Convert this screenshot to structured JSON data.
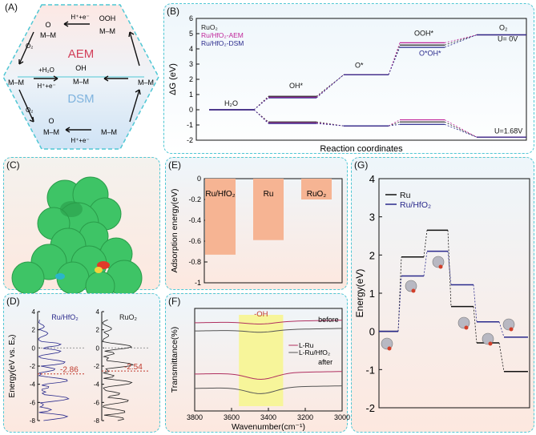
{
  "panel_labels": {
    "a": "(A)",
    "b": "(B)",
    "c": "(C)",
    "d": "(D)",
    "e": "(E)",
    "f": "(F)",
    "g": "(G)"
  },
  "colors": {
    "border": "#4fc7d4",
    "aem": "#d23f5a",
    "dsm": "#7fb3de",
    "bar": "#f6b493",
    "dsm_line": "#2a2a8c",
    "aem_line": "#c0259a",
    "ruo2_line": "#222222",
    "f_highlight": "#f7f59a"
  },
  "panel_a": {
    "aem_label": "AEM",
    "dsm_label": "DSM",
    "step_label": "H⁺+e⁻",
    "plus_h2o": "+H₂O",
    "o2": "O₂",
    "m_m": "M–M",
    "o_top": "O",
    "ooh": "OOH",
    "oh": "OH",
    "o_bottom": "O",
    "icon": "cycle-arrows-icon"
  },
  "chart_data": [
    {
      "id": "B",
      "type": "line",
      "title": "",
      "xlabel": "Reaction coordinates",
      "ylabel": "ΔG  (eV)",
      "ylim": [
        -2,
        6
      ],
      "yticks": [
        -2,
        -1,
        0,
        1,
        2,
        3,
        4,
        5,
        6
      ],
      "annotations": [
        "H₂O",
        "OH*",
        "O*",
        "OOH*",
        "O*OH*",
        "O₂",
        "U= 0V",
        "U=1.68V"
      ],
      "legend": [
        "RuO₂",
        "Ru/HfO₂-AEM",
        "Ru/HfO₂-DSM"
      ],
      "series": [
        {
          "name": "RuO₂",
          "color": "#222222",
          "values": [
            0,
            0.88,
            2.3,
            4.25,
            4.92
          ]
        },
        {
          "name": "Ru/HfO₂-AEM",
          "color": "#c0259a",
          "values": [
            0,
            0.82,
            2.3,
            4.4,
            4.92
          ]
        },
        {
          "name": "Ru/HfO₂-DSM",
          "color": "#2a2a8c",
          "values": [
            0,
            0.78,
            2.3,
            4.1,
            4.92
          ]
        }
      ],
      "series_U168": [
        {
          "name": "RuO₂",
          "color": "#222222",
          "values": [
            0,
            -0.8,
            -1.06,
            -0.8,
            -1.8
          ]
        },
        {
          "name": "Ru/HfO₂-AEM",
          "color": "#c0259a",
          "values": [
            0,
            -0.86,
            -1.06,
            -0.66,
            -1.8
          ]
        },
        {
          "name": "Ru/HfO₂-DSM",
          "color": "#2a2a8c",
          "values": [
            0,
            -0.9,
            -1.06,
            -0.96,
            -1.8
          ]
        }
      ]
    },
    {
      "id": "D",
      "type": "line",
      "title": "",
      "ylabel": "Energy(eV vs. Eₓ)",
      "ylim": [
        -8,
        4
      ],
      "yticks": [
        -8,
        -6,
        -4,
        -2,
        0,
        2,
        4
      ],
      "series": [
        {
          "name": "Ru/HfO₂",
          "color": "#2a2a8c",
          "d_band_center": -2.86
        },
        {
          "name": "RuO₂",
          "color": "#222222",
          "d_band_center": -2.54
        }
      ],
      "annotations": [
        "-2.86",
        "-2.54"
      ]
    },
    {
      "id": "E",
      "type": "bar",
      "title": "",
      "ylabel": "Adsorption energy(eV)",
      "categories": [
        "Ru/HfO₂",
        "Ru",
        "RuO₂"
      ],
      "values": [
        -0.73,
        -0.59,
        -0.2
      ],
      "ylim": [
        -1,
        0
      ],
      "yticks": [
        -1,
        -0.8,
        -0.6,
        -0.4,
        -0.2,
        0
      ]
    },
    {
      "id": "F",
      "type": "line",
      "title": "",
      "xlabel": "Wavenumber(cm⁻¹)",
      "ylabel": "Transmittance(%)",
      "xlim": [
        3800,
        3000
      ],
      "xticks": [
        3800,
        3600,
        3400,
        3200,
        3000
      ],
      "annotations": [
        "-OH",
        "before",
        "after"
      ],
      "legend": [
        "L-Ru",
        "L-Ru/HfO₂"
      ],
      "highlight_range": [
        3560,
        3320
      ],
      "series": [
        {
          "name": "before L-Ru/HfO₂",
          "color": "#b03060",
          "offset": 0.86
        },
        {
          "name": "before L-Ru",
          "color": "#555555",
          "offset": 0.78
        },
        {
          "name": "after L-Ru/HfO₂",
          "color": "#b03060",
          "offset": 0.36
        },
        {
          "name": "after L-Ru",
          "color": "#555555",
          "offset": 0.22
        }
      ]
    },
    {
      "id": "G",
      "type": "line",
      "title": "",
      "ylabel": "Energy(eV)",
      "ylim": [
        -2,
        4
      ],
      "yticks": [
        -2,
        -1,
        0,
        1,
        2,
        3,
        4
      ],
      "legend": [
        "Ru",
        "Ru/HfO₂"
      ],
      "series": [
        {
          "name": "Ru",
          "color": "#111111",
          "values": [
            0,
            1.95,
            2.65,
            0.65,
            -0.3,
            -1.05
          ]
        },
        {
          "name": "Ru/HfO₂",
          "color": "#2a2a8c",
          "values": [
            0,
            1.45,
            2.1,
            1.22,
            0.25,
            -0.15
          ]
        }
      ]
    }
  ]
}
